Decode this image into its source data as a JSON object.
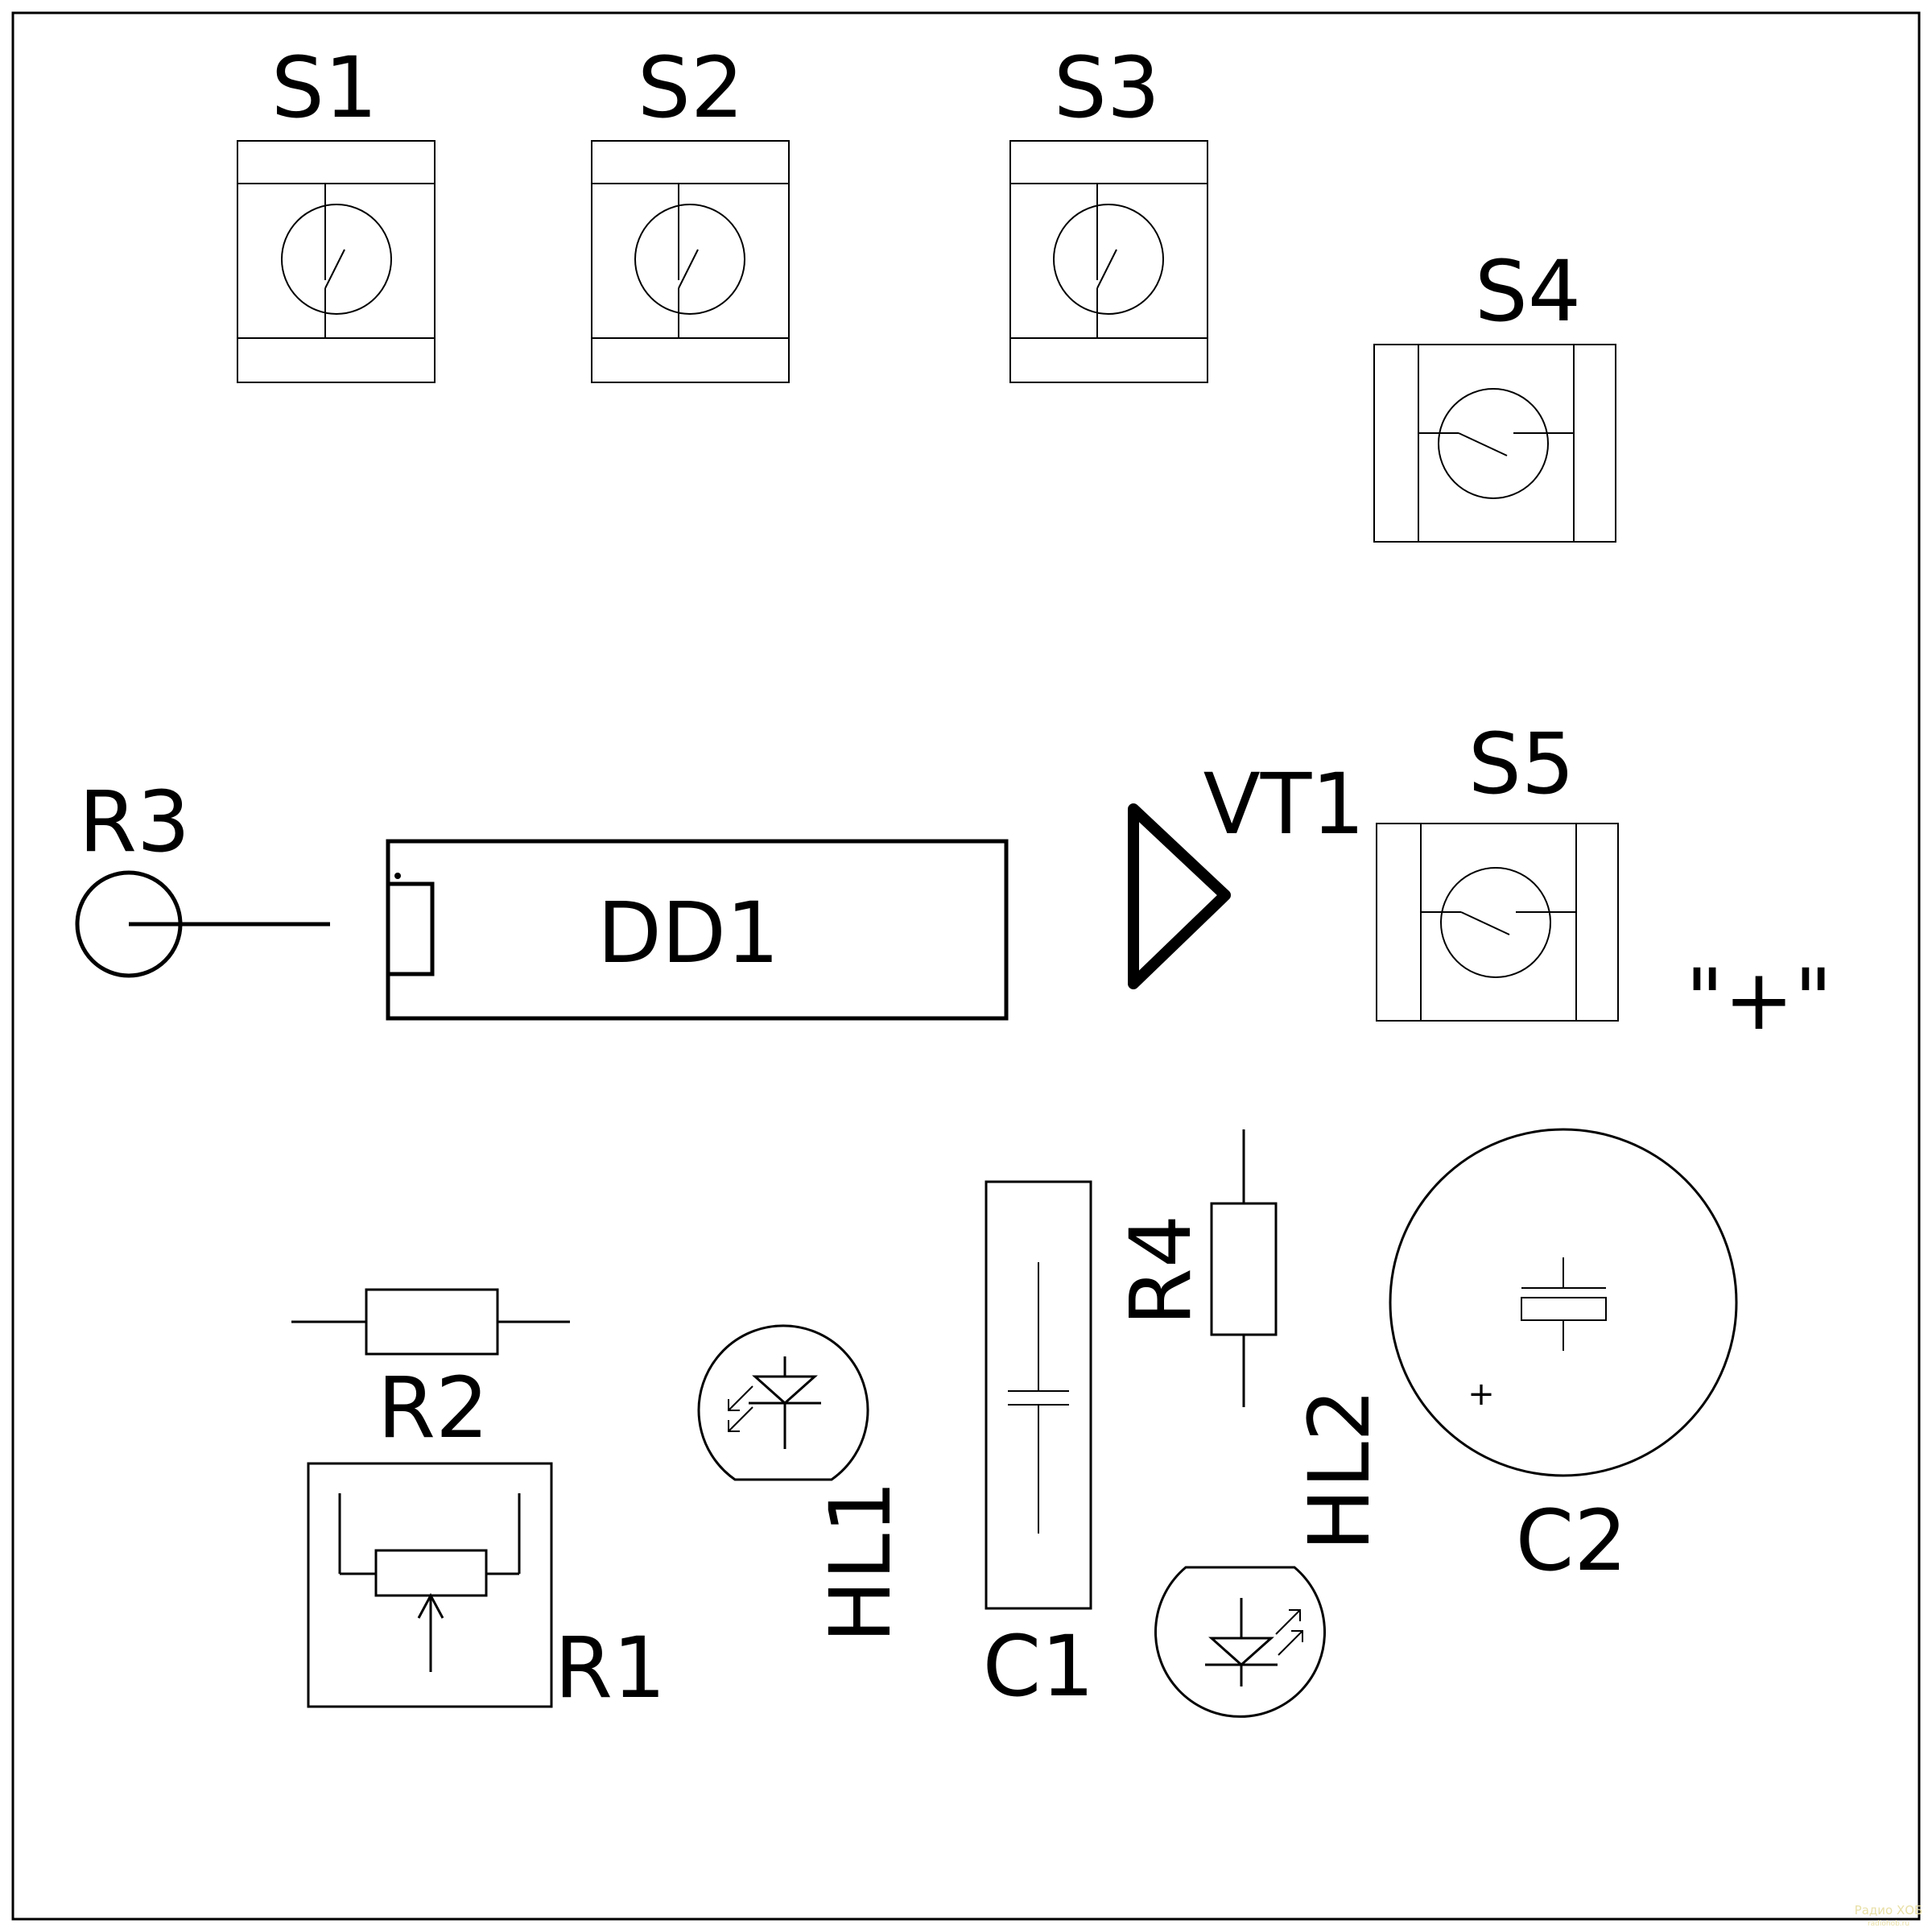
{
  "labels": {
    "s1": "S1",
    "s2": "S2",
    "s3": "S3",
    "s4": "S4",
    "s5": "S5",
    "r1": "R1",
    "r2": "R2",
    "r3": "R3",
    "r4": "R4",
    "dd1": "DD1",
    "vt1": "VT1",
    "hl1": "HL1",
    "hl2": "HL2",
    "c1": "C1",
    "c2": "C2",
    "plus_terminal": "\"+\"",
    "c2_polarity": "+"
  },
  "watermark": {
    "line1": "Радио ХОБ",
    "line2": "radiohob.ru"
  },
  "colors": {
    "line": "#000000",
    "background": "#ffffff",
    "watermark": "#e8dfa6"
  }
}
